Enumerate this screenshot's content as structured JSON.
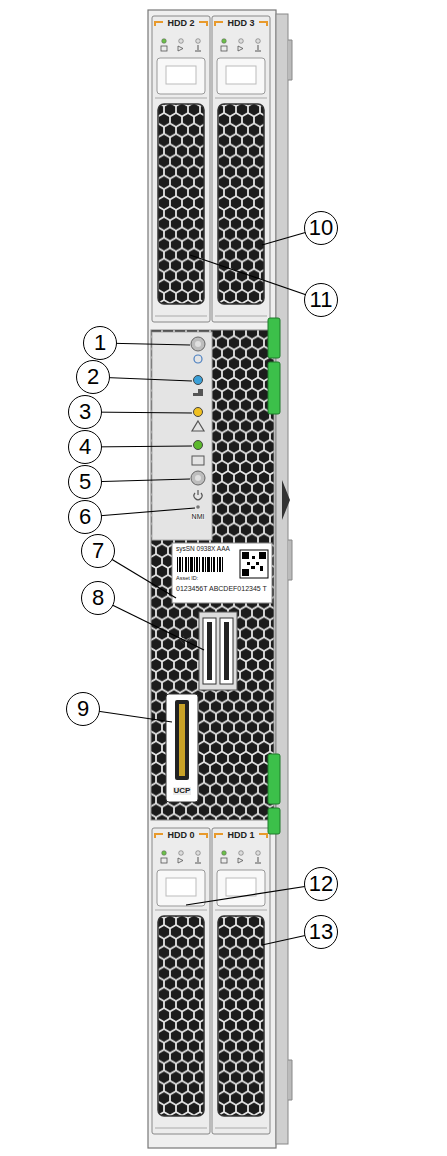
{
  "diagram": {
    "nodes": [
      {
        "text": [
          "1"
        ]
      },
      {
        "text": [
          "2"
        ]
      },
      {
        "text": [
          "3"
        ]
      },
      {
        "text": [
          "4"
        ]
      },
      {
        "text": [
          "5"
        ]
      },
      {
        "text": [
          "6"
        ]
      },
      {
        "text": [
          "7"
        ]
      },
      {
        "text": [
          "8"
        ]
      },
      {
        "text": [
          "9"
        ]
      },
      {
        "text": [
          "10"
        ]
      },
      {
        "text": [
          "11"
        ]
      },
      {
        "text": [
          "12"
        ]
      },
      {
        "text": [
          "13"
        ]
      }
    ],
    "labels": [
      "HDD 2",
      "HDD 3",
      "NMI",
      "sysSN 0938X AAA",
      "Asset ID:",
      "0123456T ABCDEF012345 T",
      "UCP",
      "HDD 0",
      "HDD 1"
    ]
  }
}
